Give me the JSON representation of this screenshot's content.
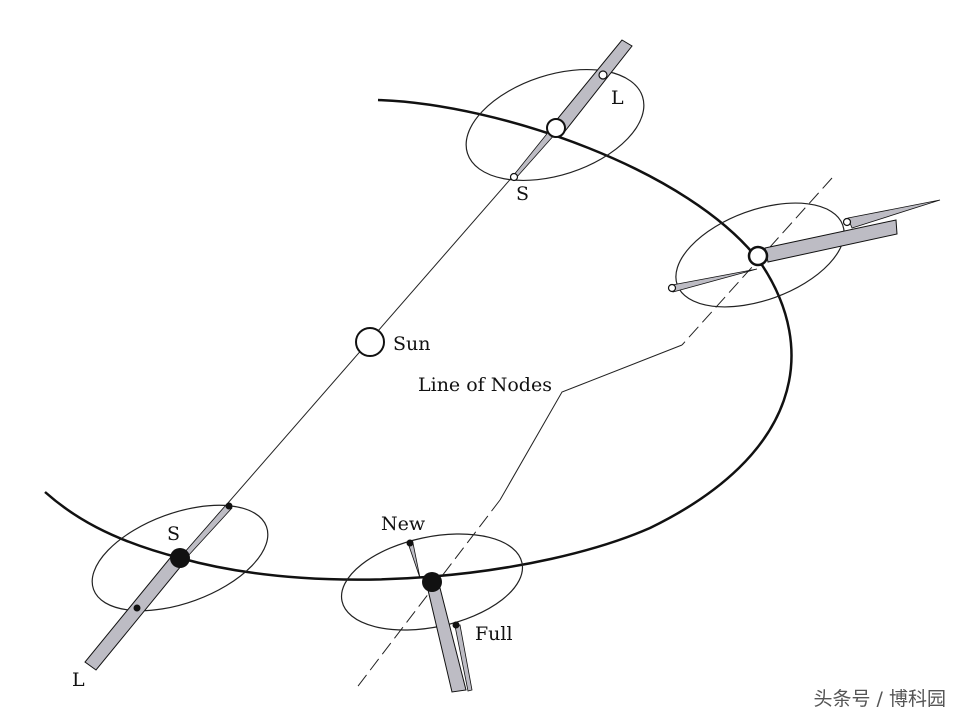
{
  "labels": {
    "top_L": "L",
    "top_S": "S",
    "sun": "Sun",
    "line_of_nodes": "Line of Nodes",
    "new": "New",
    "full": "Full",
    "left_S": "S",
    "left_L": "L"
  },
  "watermark": "头条号 / 博科园",
  "colors": {
    "stroke": "#111111",
    "shadow": "#bdbcc4"
  }
}
